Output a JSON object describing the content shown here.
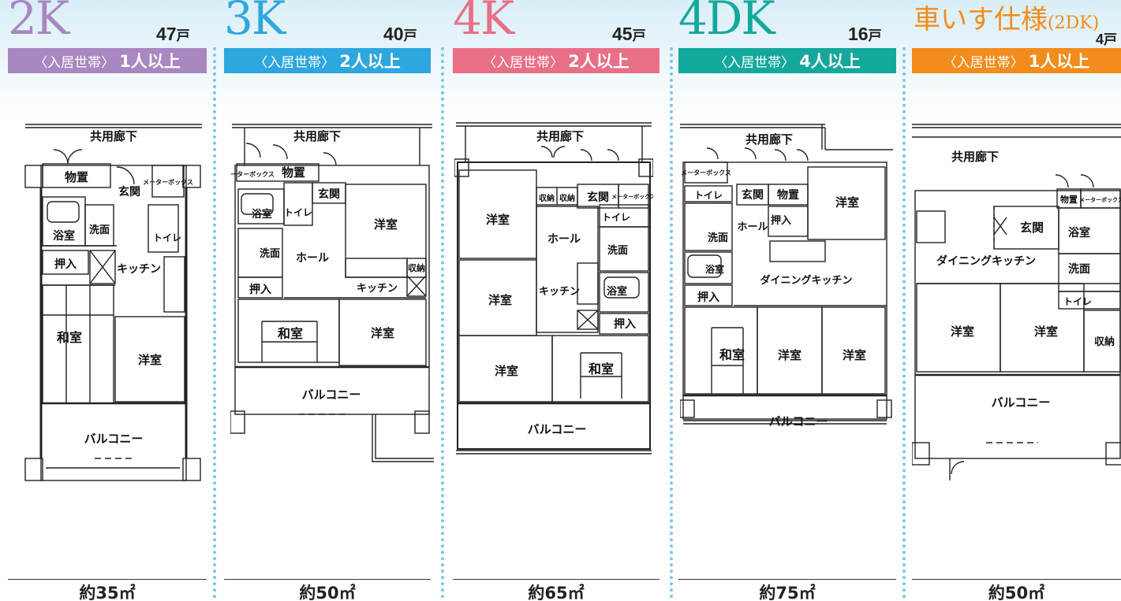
{
  "colors": {
    "purple": "#a987c0",
    "blue": "#2ea7df",
    "pink": "#e96f86",
    "teal": "#14a89c",
    "orange": "#f28c1d",
    "separator": "#7cc6ea"
  },
  "plans": [
    {
      "code": "2K",
      "units_num": "47",
      "units_suffix": "戸",
      "resident_label": "〈入居世帯〉",
      "resident_value": "1人以上",
      "area": "約35㎡",
      "rooms": {
        "corridor": "共用廊下",
        "storage": "物置",
        "entrance": "玄関",
        "meter": "メーターボックス",
        "bath": "浴室",
        "wash": "洗面",
        "toilet": "トイレ",
        "oshiire": "押入",
        "kitchen": "キッチン",
        "washitsu": "和室",
        "youshitsu": "洋室",
        "balcony": "バルコニー"
      }
    },
    {
      "code": "3K",
      "units_num": "40",
      "units_suffix": "戸",
      "resident_label": "〈入居世帯〉",
      "resident_value": "2人以上",
      "area": "約50㎡",
      "rooms": {
        "corridor": "共用廊下",
        "meter": "メーターボックス",
        "storage": "物置",
        "bath": "浴室",
        "toilet": "トイレ",
        "entrance": "玄関",
        "youshitsu1": "洋室",
        "wash": "洗面",
        "hall": "ホール",
        "storage2": "収納",
        "kitchen": "キッチン",
        "oshiire": "押入",
        "washitsu": "和室",
        "youshitsu2": "洋室",
        "balcony": "バルコニー"
      }
    },
    {
      "code": "4K",
      "units_num": "45",
      "units_suffix": "戸",
      "resident_label": "〈入居世帯〉",
      "resident_value": "2人以上",
      "area": "約65㎡",
      "rooms": {
        "corridor": "共用廊下",
        "storage_a": "収納",
        "storage_b": "収納",
        "entrance": "玄関",
        "meter": "メーターボックス",
        "youshitsu1": "洋室",
        "hall": "ホール",
        "toilet": "トイレ",
        "wash": "洗面",
        "youshitsu2": "洋室",
        "kitchen": "キッチン",
        "bath": "浴室",
        "oshiire": "押入",
        "youshitsu3": "洋室",
        "washitsu": "和室",
        "balcony": "バルコニー"
      }
    },
    {
      "code": "4DK",
      "units_num": "16",
      "units_suffix": "戸",
      "resident_label": "〈入居世帯〉",
      "resident_value": "4人以上",
      "area": "約75㎡",
      "rooms": {
        "corridor": "共用廊下",
        "meter": "メーターボックス",
        "toilet": "トイレ",
        "entrance": "玄関",
        "storage": "物置",
        "youshitsu1": "洋室",
        "wash": "洗面",
        "hall": "ホール",
        "oshiire1": "押入",
        "bath": "浴室",
        "dk": "ダイニングキッチン",
        "oshiire2": "押入",
        "washitsu": "和室",
        "youshitsu2": "洋室",
        "youshitsu3": "洋室",
        "balcony": "バルコニー"
      }
    },
    {
      "code": "車いす仕様",
      "code_sub": "(2DK)",
      "units_num": "4",
      "units_suffix": "戸",
      "resident_label": "〈入居世帯〉",
      "resident_value": "1人以上",
      "area": "約50㎡",
      "rooms": {
        "corridor": "共用廊下",
        "storage": "物置",
        "meter": "メーターボックス",
        "entrance": "玄関",
        "bath": "浴室",
        "dk": "ダイニングキッチン",
        "wash": "洗面",
        "toilet": "トイレ",
        "youshitsu1": "洋室",
        "youshitsu2": "洋室",
        "storage2": "収納",
        "balcony": "バルコニー"
      }
    }
  ]
}
